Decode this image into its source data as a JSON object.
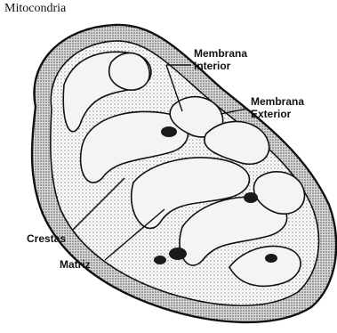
{
  "title": "Mitocondria",
  "labels": {
    "inner_membrane": [
      "Membrana",
      "Interior"
    ],
    "outer_membrane": [
      "Membrana",
      "Exterior"
    ],
    "cristae": "Crestas",
    "matrix": "Matriz"
  },
  "colors": {
    "ink": "#111111",
    "stipple": "#8a8a8a",
    "shell": "#cfcfcf",
    "background": "#ffffff"
  }
}
